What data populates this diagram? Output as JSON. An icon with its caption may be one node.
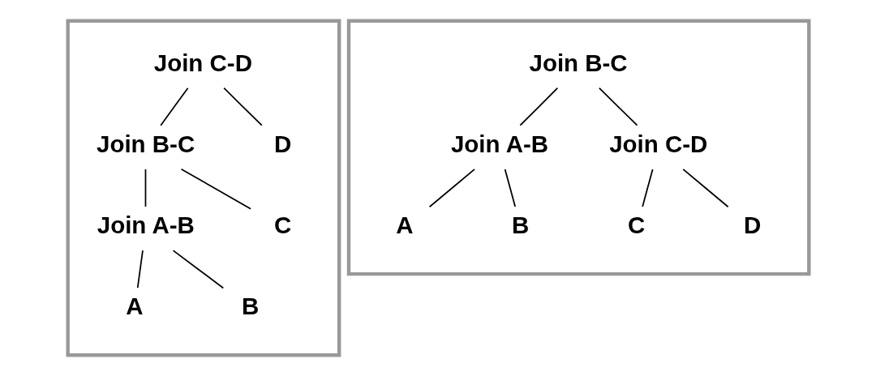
{
  "diagram": {
    "nodes": [
      {
        "text": [],
        "shape": "box"
      },
      {
        "text": [
          "Join C-D"
        ],
        "in": 0
      },
      {
        "text": [
          "Join B-C"
        ],
        "in": 0
      },
      {
        "text": [
          "D"
        ],
        "in": 0
      },
      {
        "text": [
          "Join A-B"
        ],
        "in": 0
      },
      {
        "text": [
          "C"
        ],
        "in": 0
      },
      {
        "text": [
          "A"
        ],
        "in": 0
      },
      {
        "text": [
          "B"
        ],
        "in": 0
      },
      {
        "text": [],
        "shape": "box"
      },
      {
        "text": [
          "Join B-C"
        ],
        "in": 8
      },
      {
        "text": [
          "Join A-B"
        ],
        "in": 8
      },
      {
        "text": [
          "Join C-D"
        ],
        "in": 8
      },
      {
        "text": [
          "A"
        ],
        "in": 8
      },
      {
        "text": [
          "B"
        ],
        "in": 8
      },
      {
        "text": [
          "C"
        ],
        "in": 8
      },
      {
        "text": [
          "D"
        ],
        "in": 8
      }
    ],
    "edges": [
      {
        "from": 1,
        "to": 2,
        "arrow": "none"
      },
      {
        "from": 1,
        "to": 3,
        "arrow": "none"
      },
      {
        "from": 2,
        "to": 4,
        "arrow": "none"
      },
      {
        "from": 2,
        "to": 5,
        "arrow": "none"
      },
      {
        "from": 4,
        "to": 6,
        "arrow": "none"
      },
      {
        "from": 4,
        "to": 7,
        "arrow": "none"
      },
      {
        "from": 9,
        "to": 10,
        "arrow": "none"
      },
      {
        "from": 9,
        "to": 11,
        "arrow": "none"
      },
      {
        "from": 10,
        "to": 12,
        "arrow": "none"
      },
      {
        "from": 10,
        "to": 13,
        "arrow": "none"
      },
      {
        "from": 11,
        "to": 14,
        "arrow": "none"
      },
      {
        "from": 11,
        "to": 15,
        "arrow": "none"
      }
    ]
  }
}
